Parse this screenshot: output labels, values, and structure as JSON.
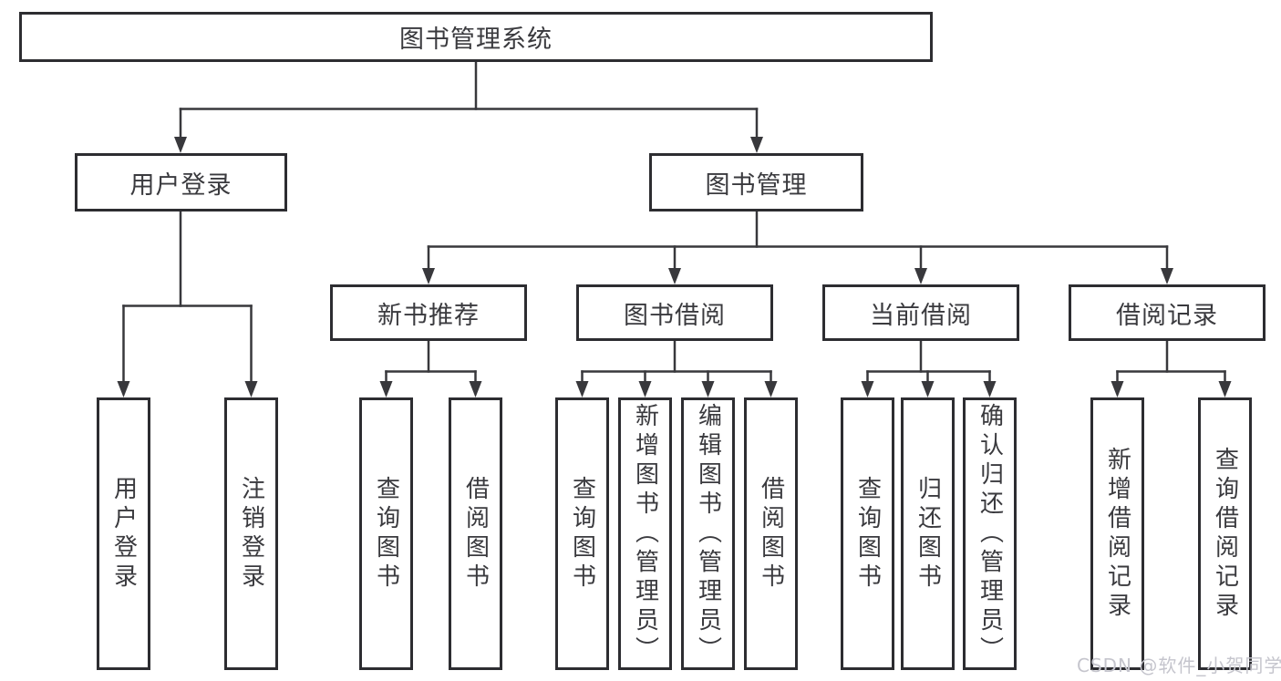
{
  "title": "图书管理系统",
  "watermark": "CSDN @软件_小贺同学",
  "colors": {
    "background": "#ffffff",
    "box_border": "#2d2d31",
    "box_fill": "#ffffff",
    "line": "#38383c",
    "text": "#3a3a3e",
    "watermark": "#c5c5cd"
  },
  "nodes": {
    "root": {
      "label": "图书管理系统"
    },
    "user_login": {
      "label": "用户登录"
    },
    "book_mgmt": {
      "label": "图书管理"
    },
    "new_book_rec": {
      "label": "新书推荐"
    },
    "book_borrow": {
      "label": "图书借阅"
    },
    "current_borrow": {
      "label": "当前借阅"
    },
    "borrow_records": {
      "label": "借阅记录"
    },
    "leaf_user_login": {
      "label": "用户登录"
    },
    "leaf_logout": {
      "label": "注销登录"
    },
    "leaf_rec_query": {
      "label": "查询图书"
    },
    "leaf_rec_borrow": {
      "label": "借阅图书"
    },
    "leaf_bb_query": {
      "label": "查询图书"
    },
    "leaf_bb_add": {
      "label": "新增图书（管理员）"
    },
    "leaf_bb_edit": {
      "label": "编辑图书（管理员）"
    },
    "leaf_bb_borrow": {
      "label": "借阅图书"
    },
    "leaf_cb_query": {
      "label": "查询图书"
    },
    "leaf_cb_return": {
      "label": "归还图书"
    },
    "leaf_cb_confirm": {
      "label": "确认归还（管理员）"
    },
    "leaf_br_add": {
      "label": "新增借阅记录"
    },
    "leaf_br_query": {
      "label": "查询借阅记录"
    }
  },
  "hierarchy": {
    "root": [
      "user_login",
      "book_mgmt"
    ],
    "user_login": [
      "leaf_user_login",
      "leaf_logout"
    ],
    "book_mgmt": [
      "new_book_rec",
      "book_borrow",
      "current_borrow",
      "borrow_records"
    ],
    "new_book_rec": [
      "leaf_rec_query",
      "leaf_rec_borrow"
    ],
    "book_borrow": [
      "leaf_bb_query",
      "leaf_bb_add",
      "leaf_bb_edit",
      "leaf_bb_borrow"
    ],
    "current_borrow": [
      "leaf_cb_query",
      "leaf_cb_return",
      "leaf_cb_confirm"
    ],
    "borrow_records": [
      "leaf_br_add",
      "leaf_br_query"
    ]
  }
}
